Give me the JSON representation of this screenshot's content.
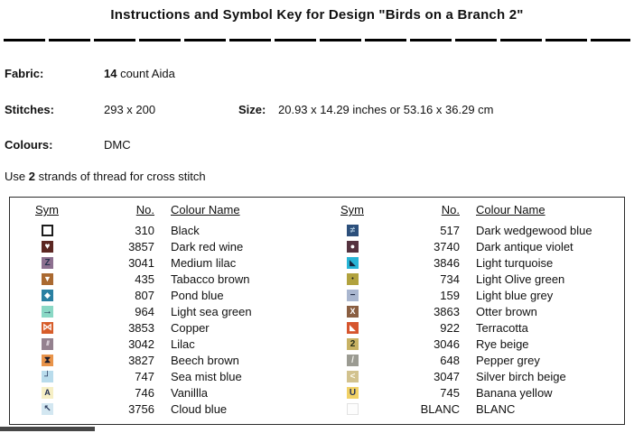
{
  "title": "Instructions and Symbol Key for Design \"Birds on a Branch 2\"",
  "info": {
    "fabric_label": "Fabric:",
    "fabric_count": "14",
    "fabric_rest": " count Aida",
    "stitches_label": "Stitches:",
    "stitches_value": "293 x 200",
    "size_label": "Size:",
    "size_value": "20.93 x 14.29 inches or 53.16 x 36.29 cm",
    "colours_label": "Colours:",
    "colours_value": "DMC",
    "strands_prefix": "Use ",
    "strands_bold": "2",
    "strands_suffix": " strands of thread for cross stitch"
  },
  "key_table": {
    "headers": {
      "sym": "Sym",
      "no": "No.",
      "name": "Colour Name"
    },
    "left_rows": [
      {
        "sym": "",
        "fg": "#111111",
        "bg": "#ffffff",
        "border": "2px solid #1c1c1c",
        "no": "310",
        "name": "Black"
      },
      {
        "sym": "♥",
        "fg": "#ffffff",
        "bg": "#5c2722",
        "no": "3857",
        "name": "Dark red wine",
        "fs": 10
      },
      {
        "sym": "Z",
        "fg": "#24304d",
        "bg": "#8d7090",
        "no": "3041",
        "name": "Medium lilac",
        "fs": 10
      },
      {
        "sym": "▼",
        "fg": "#ffffff",
        "bg": "#aa6930",
        "no": "435",
        "name": "Tabacco brown",
        "fs": 9
      },
      {
        "sym": "◆",
        "fg": "#ffffff",
        "bg": "#2a80a2",
        "no": "807",
        "name": "Pond blue",
        "fs": 9
      },
      {
        "sym": "→",
        "fg": "#1c2c4e",
        "bg": "#8ad8c5",
        "no": "964",
        "name": "Light sea green",
        "fs": 11
      },
      {
        "sym": "⋈",
        "fg": "#ffffff",
        "bg": "#d75d2a",
        "no": "3853",
        "name": "Copper",
        "fs": 11
      },
      {
        "sym": "///",
        "fg": "#ded4dd",
        "bg": "#94818f",
        "no": "3042",
        "name": "Lilac",
        "fs": 7
      },
      {
        "sym": "⧗",
        "fg": "#1d1d2c",
        "bg": "#e9944a",
        "no": "3827",
        "name": "Beech brown",
        "fs": 10
      },
      {
        "sym": "┘",
        "fg": "#25355a",
        "bg": "#b9dcec",
        "no": "747",
        "name": "Sea mist blue",
        "fs": 10
      },
      {
        "sym": "A",
        "fg": "#232f52",
        "bg": "#f6efc5",
        "no": "746",
        "name": "Vanillla",
        "fs": 9
      },
      {
        "sym": "↖",
        "fg": "#2a3a5c",
        "bg": "#d3e7f1",
        "no": "3756",
        "name": "Cloud blue",
        "fs": 10
      }
    ],
    "right_rows": [
      {
        "sym": "≠",
        "fg": "#a8c4da",
        "bg": "#2c4f7b",
        "no": "517",
        "name": "Dark wedgewood blue",
        "fs": 10
      },
      {
        "sym": "●",
        "fg": "#ffffff",
        "bg": "#55323f",
        "no": "3740",
        "name": "Dark antique violet",
        "fs": 9
      },
      {
        "sym": "◣",
        "fg": "#16263e",
        "bg": "#27b5d6",
        "no": "3846",
        "name": "Light turquoise",
        "fs": 9
      },
      {
        "sym": "•",
        "fg": "#202020",
        "bg": "#b1a23e",
        "no": "734",
        "name": "Light Olive green",
        "fs": 7
      },
      {
        "sym": "−",
        "fg": "#1c2540",
        "bg": "#a9b6cf",
        "no": "159",
        "name": "Light blue grey",
        "fs": 10
      },
      {
        "sym": "X",
        "fg": "#ffffff",
        "bg": "#8a5e41",
        "no": "3863",
        "name": "Otter brown",
        "fs": 9
      },
      {
        "sym": "◣",
        "fg": "#ffffff",
        "bg": "#d6552e",
        "no": "922",
        "name": "Terracotta",
        "fs": 9
      },
      {
        "sym": "2",
        "fg": "#242c18",
        "bg": "#c8b264",
        "no": "3046",
        "name": "Rye beige",
        "fs": 10
      },
      {
        "sym": "/",
        "fg": "#f0f0ea",
        "bg": "#9b9b92",
        "no": "648",
        "name": "Pepper grey",
        "fs": 10
      },
      {
        "sym": "<",
        "fg": "#fdfbee",
        "bg": "#d2c28e",
        "no": "3047",
        "name": "Silver birch beige",
        "fs": 10
      },
      {
        "sym": "U",
        "fg": "#27345a",
        "bg": "#f1d166",
        "no": "745",
        "name": "Banana yellow",
        "fs": 10
      },
      {
        "sym": "",
        "fg": "#ffffff",
        "bg": "#fdfdfd",
        "border": "1px solid #e2e2e2",
        "no": "BLANC",
        "name": "BLANC"
      }
    ]
  }
}
